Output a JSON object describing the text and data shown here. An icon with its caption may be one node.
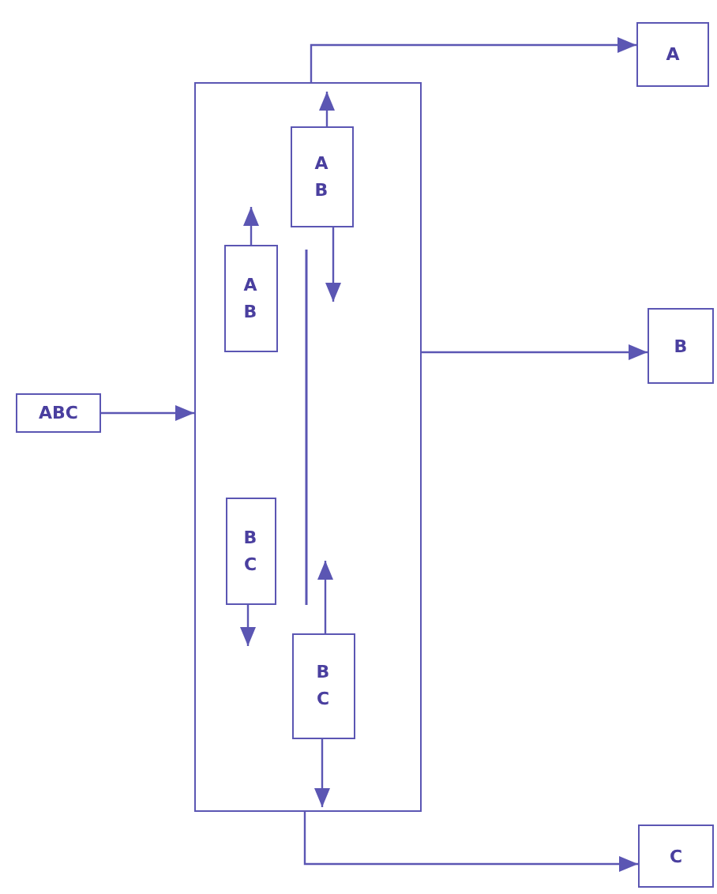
{
  "diagram": {
    "nodes": [
      {
        "text": [
          "A"
        ]
      },
      {
        "text": [],
        "shape": "box"
      },
      {
        "text": [
          "A",
          "B"
        ],
        "in": 1
      },
      {
        "text": [
          "A",
          "B"
        ],
        "in": 1
      },
      {
        "text": [
          "B"
        ]
      },
      {
        "text": [
          "ABC"
        ]
      },
      {
        "text": [
          "B",
          "C"
        ],
        "in": 1
      },
      {
        "text": [
          "B",
          "C"
        ],
        "in": 1
      },
      {
        "text": [
          "C"
        ]
      }
    ],
    "edges": [
      {
        "from": 5,
        "to": 1,
        "arrow": "to"
      },
      {
        "from": 1,
        "to": 0,
        "arrow": "to"
      },
      {
        "from": 1,
        "to": 4,
        "arrow": "to"
      },
      {
        "from": 1,
        "to": 8,
        "arrow": "to"
      },
      {
        "from": 2,
        "to": null,
        "arrow": "to"
      },
      {
        "from": 2,
        "to": null,
        "arrow": "to"
      },
      {
        "from": 3,
        "to": null,
        "arrow": "to"
      },
      {
        "from": 6,
        "to": null,
        "arrow": "to"
      },
      {
        "from": 7,
        "to": null,
        "arrow": "to"
      },
      {
        "from": 7,
        "to": null,
        "arrow": "to"
      }
    ]
  }
}
